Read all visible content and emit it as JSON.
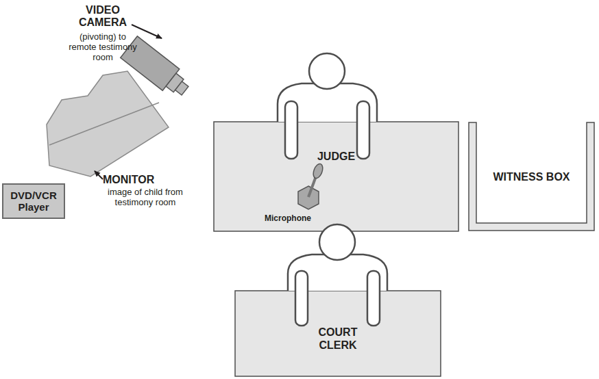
{
  "diagram": {
    "nodes": [
      {
        "text": [
          "JUDGE"
        ]
      },
      {
        "text": [
          "WITNESS BOX"
        ]
      },
      {
        "text": [
          "DVD/VCR Player"
        ]
      },
      {
        "text": [
          "COURT CLERK"
        ]
      }
    ],
    "labels": [
      "VIDEO CAMERA",
      "(pivoting) to remote testimony room",
      "MONITOR",
      "image of child from testimony room",
      "Microphone"
    ]
  }
}
